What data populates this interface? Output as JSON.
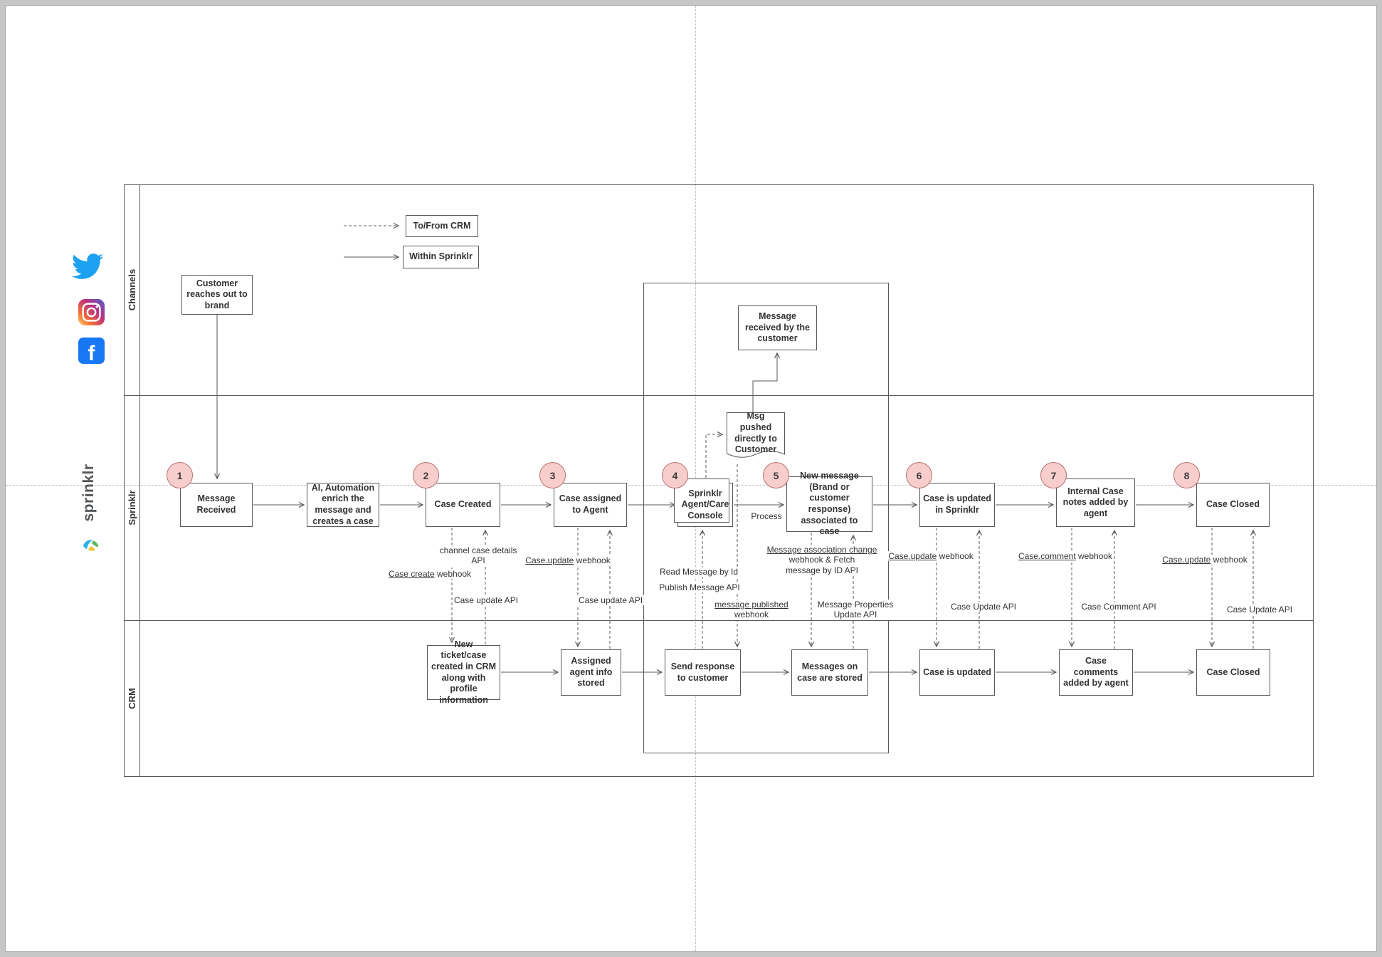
{
  "legend": {
    "to_from_crm": "To/From CRM",
    "within_sprinklr": "Within Sprinklr"
  },
  "lanes": {
    "channels": "Channels",
    "sprinklr": "Sprinklr",
    "crm": "CRM"
  },
  "process_group": {
    "label": "Process"
  },
  "brand": {
    "sprinklr_logo_text": "sprinklr",
    "facebook_glyph": "f",
    "icons": [
      "twitter-icon",
      "instagram-icon",
      "facebook-icon",
      "sprinklr-burst-icon"
    ]
  },
  "channels_lane": {
    "customer_reaches_out": "Customer reaches out to brand",
    "message_received_by_customer": "Message received by the customer"
  },
  "sprinklr_lane": {
    "badges": [
      "1",
      "2",
      "3",
      "4",
      "5",
      "6",
      "7",
      "8"
    ],
    "message_received": "Message Received",
    "ai_automation": "AI, Automation enrich the message and creates a case",
    "case_created": "Case Created",
    "case_assigned": "Case assigned to Agent",
    "agent_console": "Sprinklr Agent/Care Console",
    "msg_pushed": "Msg pushed directly to Customer",
    "new_message": "New message (Brand or customer response) associated to case",
    "case_updated": "Case is updated in Sprinklr",
    "internal_notes": "Internal Case notes added by agent",
    "case_closed": "Case Closed"
  },
  "crm_lane": {
    "new_ticket": "New ticket/case created in CRM along with profile information",
    "agent_info": "Assigned agent info stored",
    "send_response": "Send response to customer",
    "messages_stored": "Messages on case are stored",
    "case_updated": "Case is updated",
    "case_comments": "Case comments added by agent",
    "case_closed": "Case Closed"
  },
  "api_labels": {
    "channel_case_details": "channel case details API",
    "case_create": {
      "link": "Case create",
      "rest": "webhook"
    },
    "case_update_api_col2": "Case update API",
    "case_update_webhook_col3": {
      "link": "Case.update",
      "rest": "webhook"
    },
    "case_update_api_col3": "Case update API",
    "read_message_by_id": "Read Message by Id",
    "publish_message_api": "Publish Message API",
    "message_published": {
      "link": "message published",
      "rest": "webhook"
    },
    "message_association": {
      "link": "Message association change",
      "rest": "webhook & Fetch message by ID API"
    },
    "message_properties": "Message Properties Update API",
    "case_update_webhook_col6": {
      "link": "Case.update",
      "rest": "webhook"
    },
    "case_update_api_col6": "Case Update API",
    "case_comment_webhook": {
      "link": "Case.comment",
      "rest": "webhook"
    },
    "case_comment_api": "Case Comment API",
    "case_update_webhook_col8": {
      "link": "Case.update",
      "rest": "webhook"
    },
    "case_update_api_col8": "Case Update API"
  },
  "colors": {
    "badge_fill": "#f8cecc",
    "badge_border": "#b87070",
    "node_border": "#595959",
    "twitter_blue": "#1da1f2",
    "facebook_blue": "#1877f2"
  }
}
